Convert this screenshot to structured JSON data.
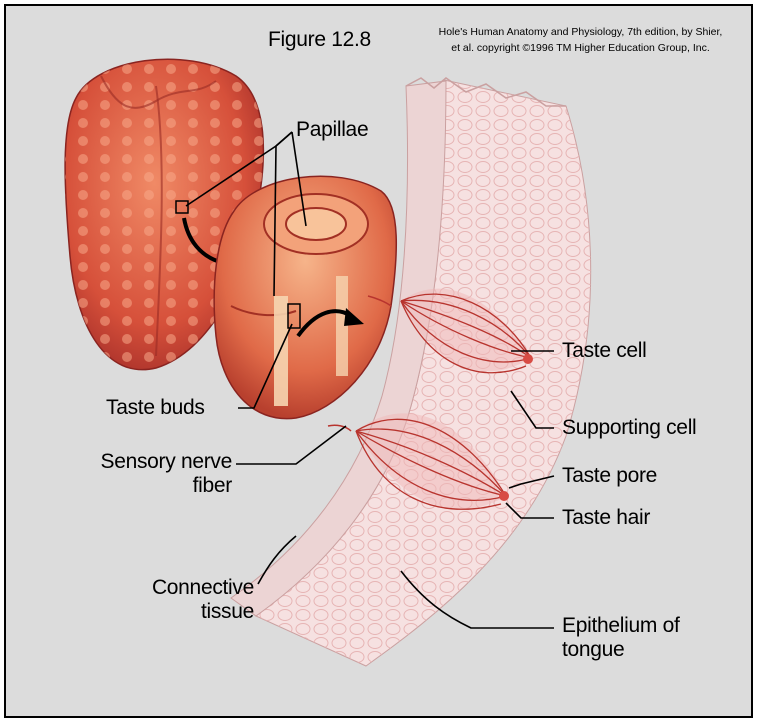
{
  "figure": {
    "title": "Figure 12.8",
    "credit_line1": "Hole's Human Anatomy and Physiology, 7th edition, by Shier,",
    "credit_line2": "et al. copyright ©1996 TM Higher Education Group, Inc."
  },
  "labels": {
    "papillae": "Papillae",
    "taste_buds": "Taste buds",
    "sensory_nerve_line1": "Sensory nerve",
    "sensory_nerve_line2": "fiber",
    "connective_line1": "Connective",
    "connective_line2": "tissue",
    "taste_cell": "Taste cell",
    "supporting_cell": "Supporting cell",
    "taste_pore": "Taste pore",
    "taste_hair": "Taste hair",
    "epithelium_line1": "Epithelium of",
    "epithelium_line2": "tongue"
  },
  "colors": {
    "background": "#dcdcdc",
    "tongue": "#d9563e",
    "tissue": "#f3d9d9",
    "nerve": "#b8342e"
  }
}
